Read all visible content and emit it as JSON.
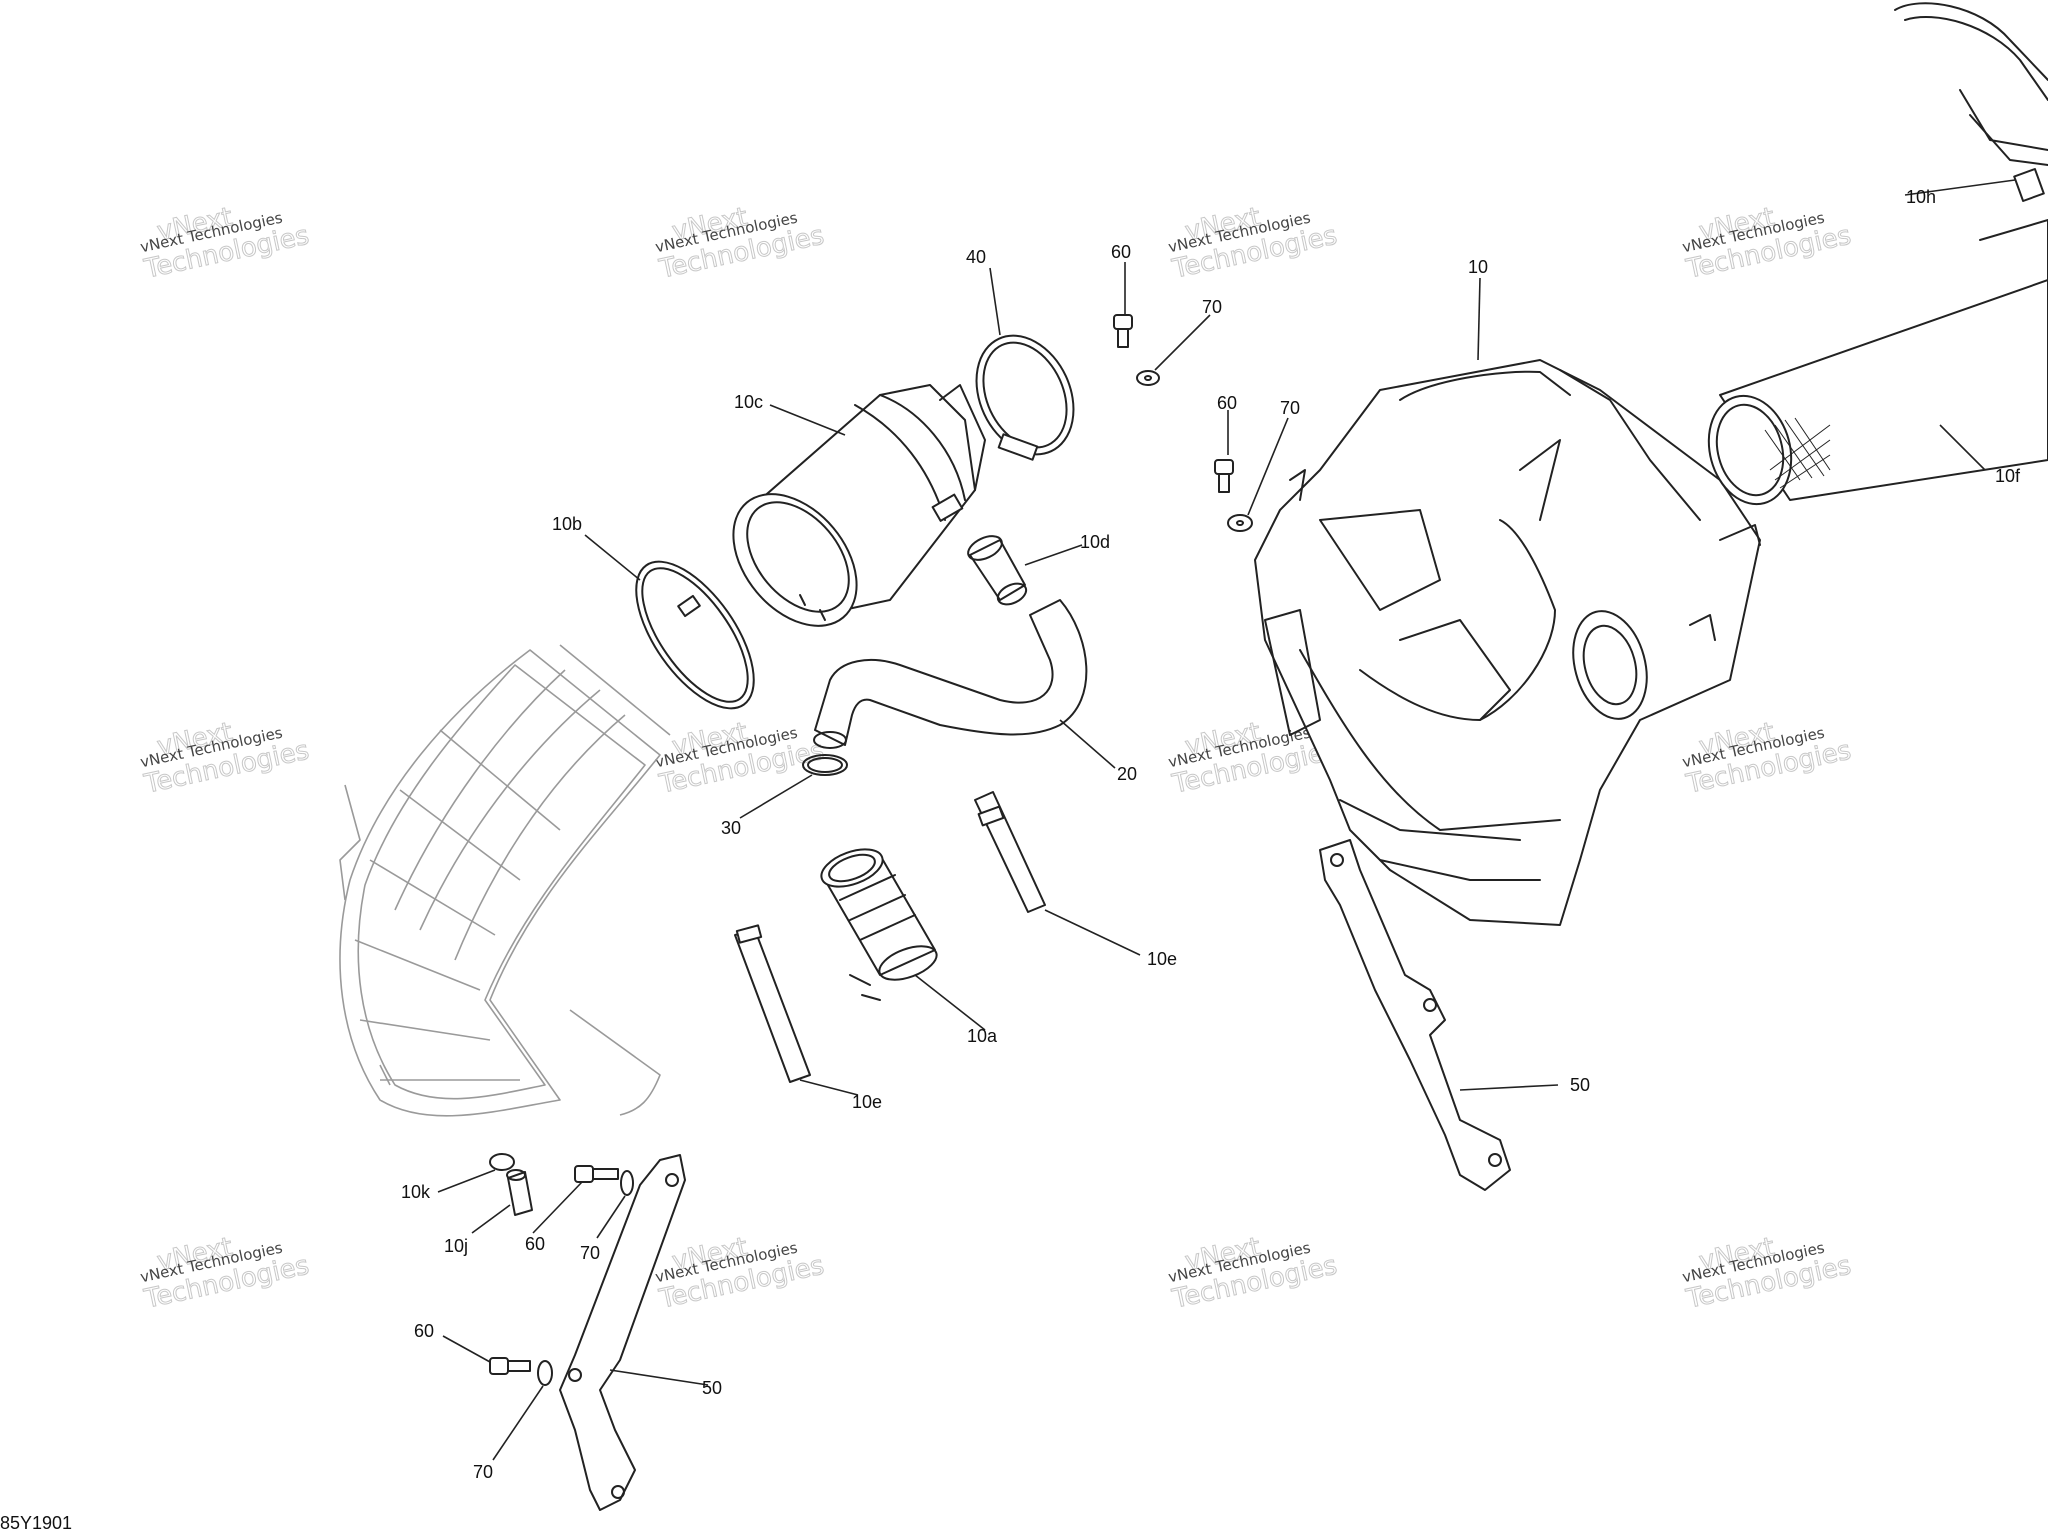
{
  "diagram_code": "85Y1901",
  "watermark": {
    "line1": "vNext",
    "line2": "Technologies",
    "line3": "vNext Technologies"
  },
  "callouts": {
    "c10": "10",
    "c10a": "10a",
    "c10b": "10b",
    "c10c": "10c",
    "c10d": "10d",
    "c10e_1": "10e",
    "c10e_2": "10e",
    "c10f": "10f",
    "c10h": "10h",
    "c10j": "10j",
    "c10k": "10k",
    "c20": "20",
    "c30": "30",
    "c40": "40",
    "c50_1": "50",
    "c50_2": "50",
    "c60_1": "60",
    "c60_2": "60",
    "c60_3": "60",
    "c60_4": "60",
    "c70_1": "70",
    "c70_2": "70",
    "c70_3": "70",
    "c70_4": "70"
  }
}
